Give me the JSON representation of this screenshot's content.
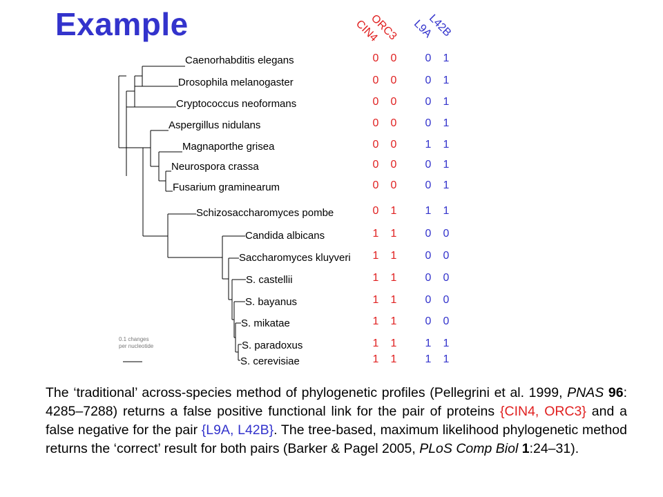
{
  "title": "Example",
  "columns": [
    {
      "label": "CIN4",
      "color": "#e02020"
    },
    {
      "label": "ORC3",
      "color": "#e02020"
    },
    {
      "label": "L9A",
      "color": "#3333cc"
    },
    {
      "label": "L42B",
      "color": "#3333cc"
    }
  ],
  "species": [
    {
      "name": "Caenorhabditis elegans",
      "values": [
        "0",
        "0",
        "0",
        "1"
      ]
    },
    {
      "name": "Drosophila melanogaster",
      "values": [
        "0",
        "0",
        "0",
        "1"
      ]
    },
    {
      "name": "Cryptococcus neoformans",
      "values": [
        "0",
        "0",
        "0",
        "1"
      ]
    },
    {
      "name": "Aspergillus nidulans",
      "values": [
        "0",
        "0",
        "0",
        "1"
      ]
    },
    {
      "name": "Magnaporthe grisea",
      "values": [
        "0",
        "0",
        "1",
        "1"
      ]
    },
    {
      "name": "Neurospora crassa",
      "values": [
        "0",
        "0",
        "0",
        "1"
      ]
    },
    {
      "name": "Fusarium graminearum",
      "values": [
        "0",
        "0",
        "0",
        "1"
      ]
    },
    {
      "name": "Schizosaccharomyces pombe",
      "values": [
        "0",
        "1",
        "1",
        "1"
      ]
    },
    {
      "name": "Candida albicans",
      "values": [
        "1",
        "1",
        "0",
        "0"
      ]
    },
    {
      "name": "Saccharomyces kluyveri",
      "values": [
        "1",
        "1",
        "0",
        "0"
      ]
    },
    {
      "name": "S. castellii",
      "values": [
        "1",
        "1",
        "0",
        "0"
      ]
    },
    {
      "name": "S. bayanus",
      "values": [
        "1",
        "1",
        "0",
        "0"
      ]
    },
    {
      "name": "S. mikatae",
      "values": [
        "1",
        "1",
        "0",
        "0"
      ]
    },
    {
      "name": "S. paradoxus",
      "values": [
        "1",
        "1",
        "1",
        "1"
      ]
    },
    {
      "name": "S. cerevisiae",
      "values": [
        "1",
        "1",
        "1",
        "1"
      ]
    }
  ],
  "scale_bar": {
    "line1": "0.1 changes",
    "line2": "per nucleotide"
  },
  "caption": {
    "p1": "The ‘traditional’ across-species method of phylogenetic profiles (Pellegrini et al. 1999, ",
    "journal1": "PNAS",
    "vol1": "96",
    "p2": ": 4285–7288) returns a false positive functional link for the pair of proteins ",
    "pair1": "{CIN4, ORC3}",
    "p3": " and a false negative for the pair ",
    "pair2": "{L9A, L42B}",
    "p4": ". The tree-based, maximum likelihood phylogenetic method returns the ‘correct’ result for both pairs (Barker & Pagel 2005, ",
    "journal2": "PLoS Comp Biol",
    "vol2": "1",
    "p5": ":24–31)."
  }
}
